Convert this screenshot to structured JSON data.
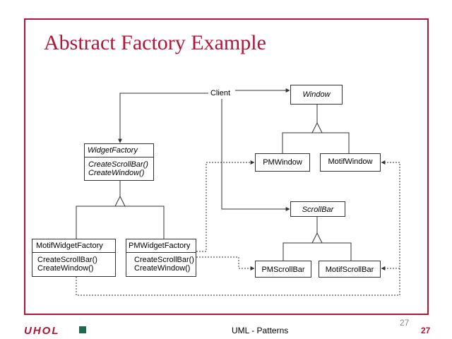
{
  "title": "Abstract Factory Example",
  "classes": {
    "client": {
      "name": "Client"
    },
    "window": {
      "name": "Window"
    },
    "widget_factory": {
      "name": "WidgetFactory",
      "ops": [
        "CreateScrollBar()",
        "CreateWindow()"
      ]
    },
    "pm_window": {
      "name": "PMWindow"
    },
    "motif_window": {
      "name": "MotifWindow"
    },
    "scroll_bar": {
      "name": "ScrollBar"
    },
    "motif_widget_factory": {
      "name": "MotifWidgetFactory",
      "ops": [
        "CreateScrollBar()",
        "CreateWindow()"
      ]
    },
    "pm_widget_factory": {
      "name": "PMWidgetFactory",
      "ops": [
        "CreateScrollBar()",
        "CreateWindow()"
      ]
    },
    "pm_scroll_bar": {
      "name": "PMScrollBar"
    },
    "motif_scroll_bar": {
      "name": "MotifScrollBar"
    }
  },
  "footer": {
    "logo": "UHOL",
    "center": "UML  - Patterns",
    "page_small": "27",
    "page": "27"
  },
  "colors": {
    "frame": "#b0153a",
    "title": "#b0153a",
    "line": "#333333"
  }
}
